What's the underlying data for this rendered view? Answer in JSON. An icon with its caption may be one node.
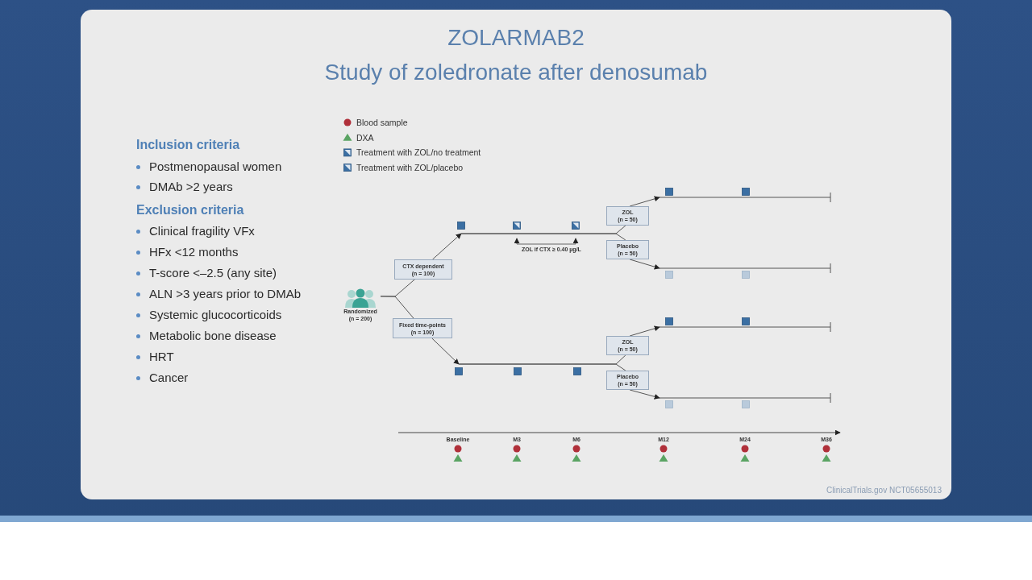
{
  "diagram": {
    "title": "ZOLARMAB2",
    "nodes": [
      {
        "text": [
          "Randomized",
          "(n = 200)"
        ]
      },
      {
        "text": [
          "CTX dependent",
          "(n = 100)"
        ]
      },
      {
        "text": [
          "Fixed time-points",
          "(n = 100)"
        ]
      },
      {
        "text": [
          "ZOL",
          "(n = 50)"
        ]
      },
      {
        "text": [
          "Placebo",
          "(n = 50)"
        ]
      },
      {
        "text": [
          "ZOL",
          "(n = 50)"
        ]
      },
      {
        "text": [
          "Placebo",
          "(n = 50)"
        ]
      }
    ],
    "edges": [
      {
        "from": 0,
        "to": 1,
        "arrow": "none"
      },
      {
        "from": 0,
        "to": 2,
        "arrow": "none"
      },
      {
        "from": 1,
        "to": null,
        "arrow": "to"
      },
      {
        "from": null,
        "to": 3,
        "arrow": "none"
      },
      {
        "from": null,
        "to": 4,
        "arrow": "none"
      },
      {
        "from": 2,
        "to": null,
        "arrow": "to"
      },
      {
        "from": null,
        "to": 5,
        "arrow": "none"
      },
      {
        "from": null,
        "to": 6,
        "arrow": "none"
      },
      {
        "from": 3,
        "to": null,
        "arrow": "to"
      },
      {
        "from": 4,
        "to": null,
        "arrow": "to"
      },
      {
        "from": 5,
        "to": null,
        "arrow": "to"
      },
      {
        "from": 6,
        "to": null,
        "arrow": "to"
      }
    ],
    "labels": [
      "Study of zoledronate after denosumab",
      "Inclusion criteria",
      "Postmenopausal women",
      "DMAb >2 years",
      "Exclusion criteria",
      "Clinical fragility VFx",
      "HFx <12 months",
      "T-score <–2.5 (any site)",
      "ALN >3 years prior to DMAb",
      "Systemic glucocorticoids",
      "Metabolic bone disease",
      "HRT",
      "Cancer",
      "ZOL if CTX ≥ 0.40 µg/L",
      "Baseline",
      "M3",
      "M6",
      "M12",
      "M24",
      "M36",
      "ClinicalTrials.gov NCT05655013"
    ],
    "legend": [
      {
        "text": "Blood sample"
      },
      {
        "text": "DXA"
      },
      {
        "text": "Treatment with ZOL/no treatment"
      },
      {
        "text": "Treatment with ZOL/placebo"
      }
    ]
  }
}
